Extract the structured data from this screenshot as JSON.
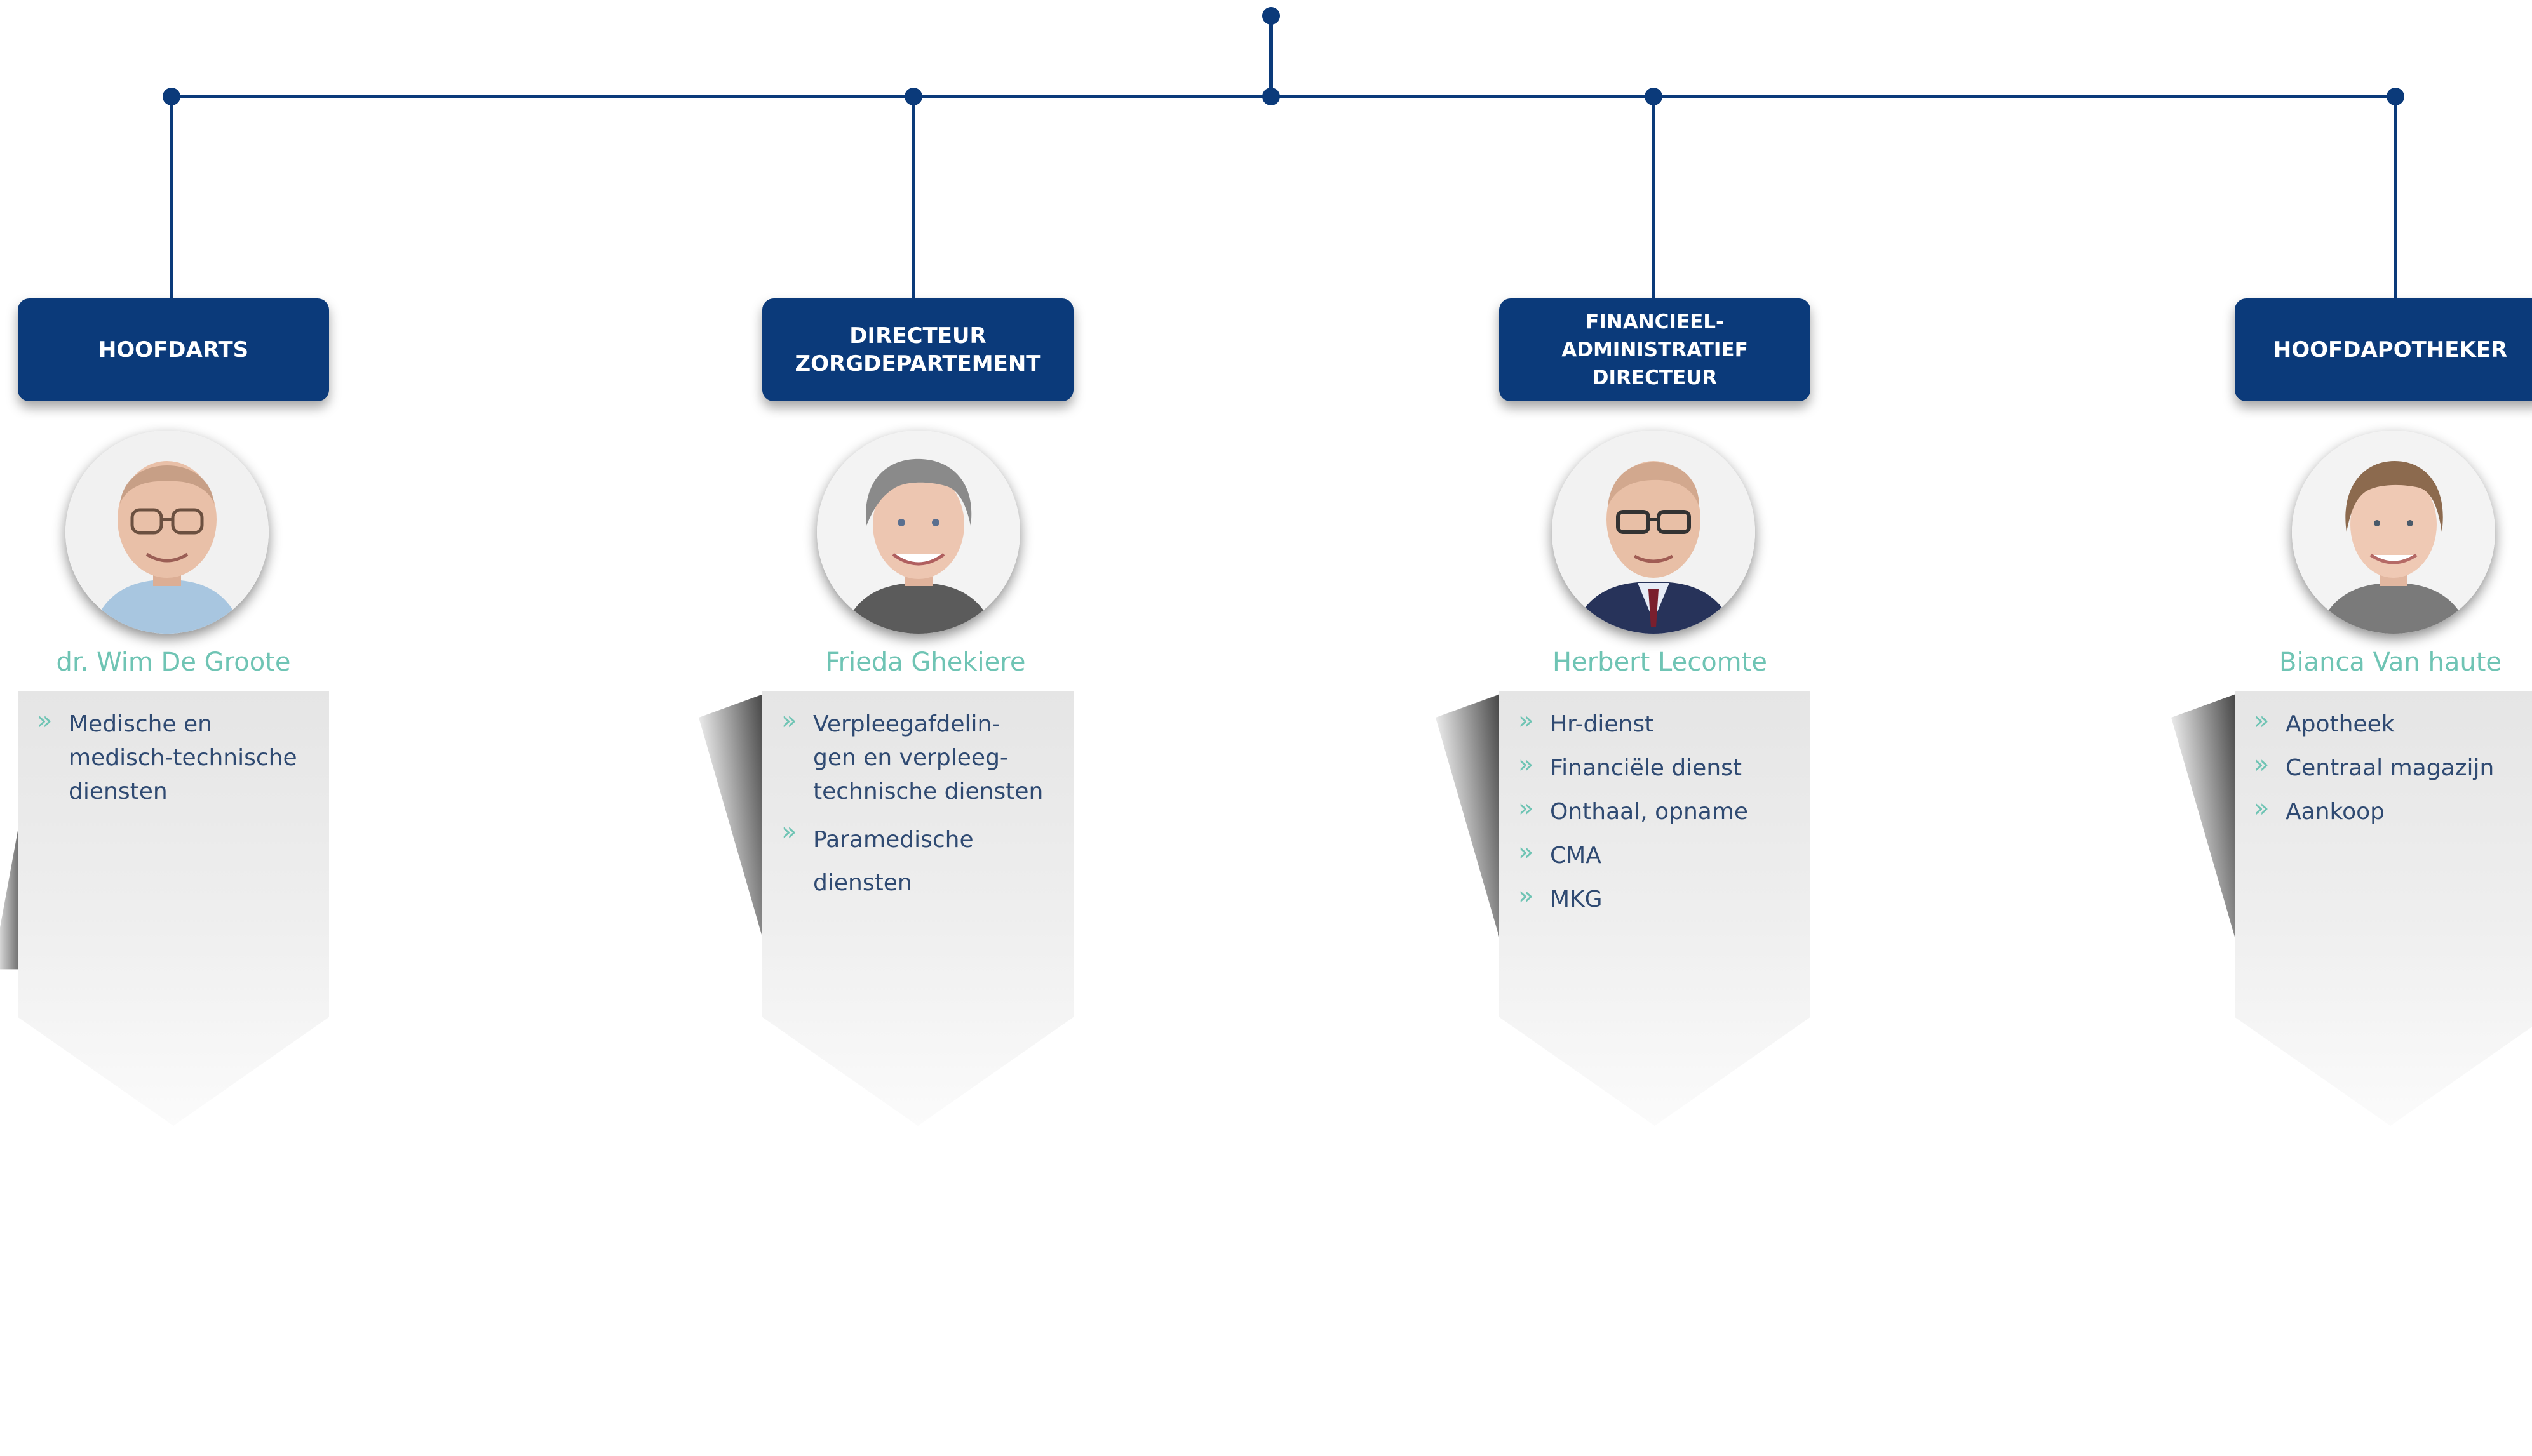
{
  "colors": {
    "navy": "#0b3a7a",
    "accent": "#6fc4b4",
    "text": "#2f4a72",
    "panel": "#e8e8e8"
  },
  "departments": [
    {
      "title": "HOOFDARTS",
      "name": "dr. Wim De Groote",
      "tasks": [
        "Medische en\nmedisch-technische\ndiensten"
      ],
      "icon": "medical-kit-person-icon"
    },
    {
      "title": "DIRECTEUR\nZORGDEPARTEMENT",
      "name": "Frieda Ghekiere",
      "tasks": [
        "Verpleegafdelin-\ngen en verpleeg-\ntechnische diensten",
        "Paramedische\ndiensten"
      ],
      "icon": "care-team-icon"
    },
    {
      "title": "FINANCIEEL-ADMINISTRATIEF\nDIRECTEUR",
      "name": "Herbert Lecomte",
      "tasks": [
        "Hr-dienst",
        "Financiële dienst",
        "Onthaal, opname",
        "CMA",
        "MKG"
      ],
      "icon": "bar-chart-person-icon"
    },
    {
      "title": "HOOFDAPOTHEKER",
      "name": "Bianca Van haute",
      "tasks": [
        "Apotheek",
        "Centraal magazijn",
        "Aankoop"
      ],
      "icon": "pill-person-icon"
    }
  ]
}
